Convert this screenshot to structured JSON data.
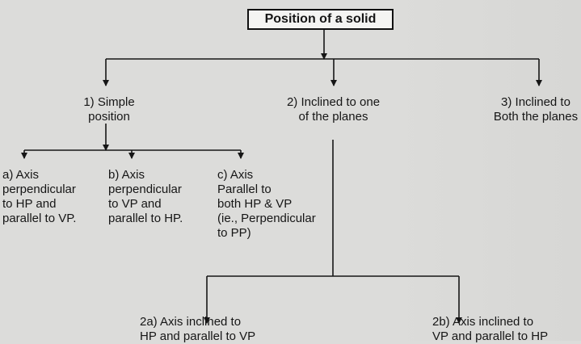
{
  "diagram": {
    "title": "Position of a solid",
    "level1": [
      "1)  Simple\nposition",
      "2)  Inclined to one\nof the planes",
      "3) Inclined to\nBoth the planes"
    ],
    "level2": [
      "a) Axis\nperpendicular\nto HP and\nparallel to VP.",
      "b) Axis\nperpendicular\nto VP and\nparallel to HP.",
      "c) Axis\nParallel to\nboth HP & VP\n(ie., Perpendicular\nto PP)"
    ],
    "level3": [
      "2a) Axis inclined to\nHP and parallel to VP",
      "2b) Axis inclined to\nVP and parallel to HP"
    ]
  }
}
